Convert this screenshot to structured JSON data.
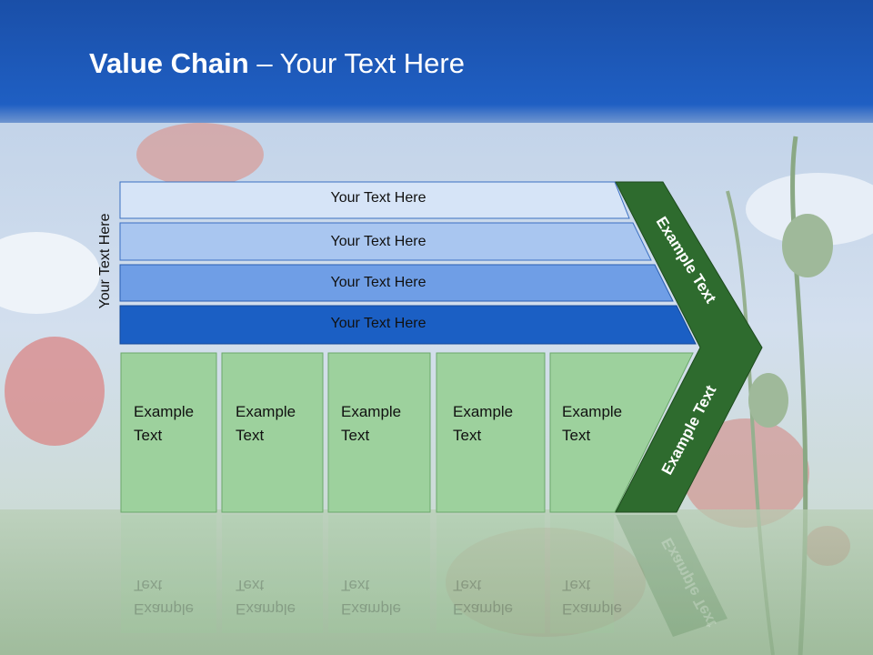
{
  "slide": {
    "title_bold": "Value Chain",
    "title_rest": " – Your Text Here",
    "side_label": "Your Text Here"
  },
  "bands": [
    "Your Text Here",
    "Your Text Here",
    "Your Text Here",
    "Your Text Here"
  ],
  "boxes": [
    "Example\nText",
    "Example\nText",
    "Example\nText",
    "Example\nText",
    "Example\nText"
  ],
  "chevron": {
    "upper": "Example Text",
    "lower": "Example Text"
  },
  "colors": {
    "header": "#1a5bbf",
    "band1": "#d6e4f7",
    "band2": "#a9c6f0",
    "band3": "#6f9ee6",
    "band4": "#1b5fc4",
    "box": "#9dd19d",
    "chevron": "#2e6b2e"
  }
}
